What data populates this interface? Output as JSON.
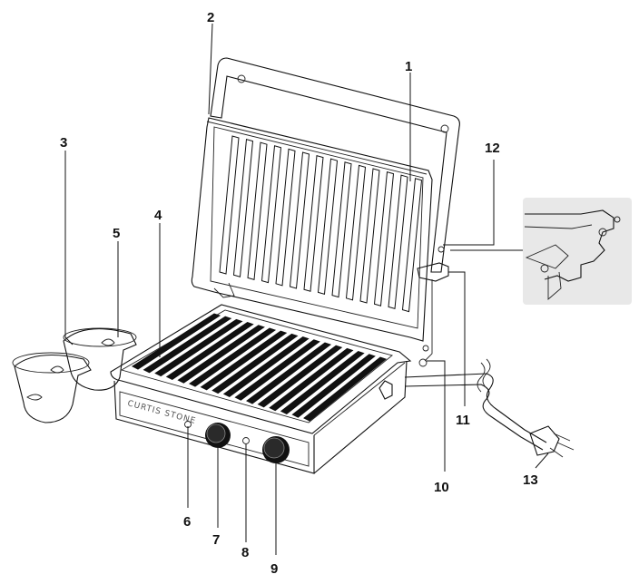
{
  "diagram": {
    "brand_text": "CURTIS STONE",
    "callouts": [
      "1",
      "2",
      "3",
      "4",
      "5",
      "6",
      "7",
      "8",
      "9",
      "10",
      "11",
      "12",
      "13"
    ]
  }
}
